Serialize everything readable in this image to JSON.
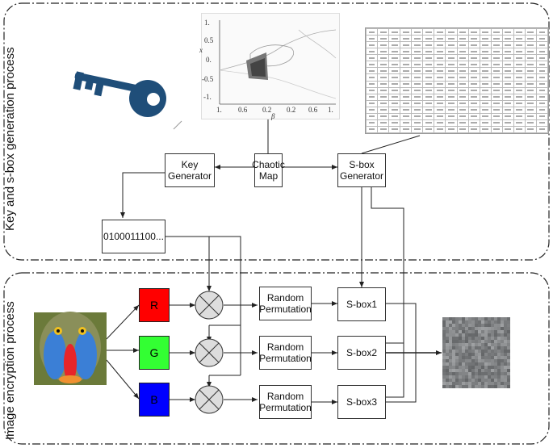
{
  "panels": {
    "top_label": "Key and s-box generation process",
    "bottom_label": "Image encryption process"
  },
  "boxes": {
    "key_generator": "Key\nGenerator",
    "chaotic_map": "Chaotic\nMap",
    "sbox_generator": "S-box\nGenerator",
    "binary_key": "0100011100...",
    "random_permutation": "Random\nPermutation",
    "sbox1": "S-box1",
    "sbox2": "S-box2",
    "sbox3": "S-box3"
  },
  "channels": {
    "r": "R",
    "g": "G",
    "b": "B"
  },
  "plot": {
    "ylabel": "x",
    "xlabel": "β",
    "yticks": [
      "1.",
      "0.5",
      "0.",
      "-0.5",
      "-1."
    ],
    "xticks": [
      "1.",
      "0.6",
      "0.2",
      "0.2",
      "0.6",
      "1."
    ]
  },
  "colors": {
    "key": "#1f4e79",
    "red": "#ff0000",
    "green": "#33ff33",
    "blue": "#0000ff",
    "xor_fill": "#dddddd",
    "line": "#333333"
  },
  "icons": {
    "key": "key-icon",
    "xor": "xor-icon"
  }
}
